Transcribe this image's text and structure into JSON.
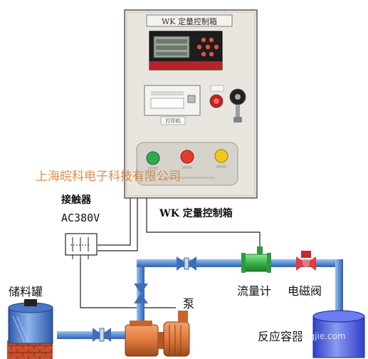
{
  "cabinet": {
    "nameplate": "WK 定量控制箱",
    "caption": "WK 定量控制箱",
    "printer_label": "打印机"
  },
  "watermark": "上海皖科电子科技有限公司",
  "contactor": {
    "title": "接触器",
    "voltage": "AC380V"
  },
  "equipment": {
    "storage_tank": "储料罐",
    "pump": "泵",
    "flowmeter": "流量计",
    "solenoid_valve": "电磁阀",
    "reactor": "反应容器"
  },
  "site_mark": "gongjie.com",
  "colors": {
    "watermark": "#d9823a",
    "pipe": "#5b8fd6",
    "flowmeter": "#39b54a",
    "solenoid_valve": "#e43b3b",
    "pump_motor": "#e0783c",
    "cabinet": "#e9e6df",
    "brick": "#c9502e",
    "button_green": "#2fa84f",
    "button_red": "#e33a2c",
    "button_yellow": "#f2c81a"
  }
}
